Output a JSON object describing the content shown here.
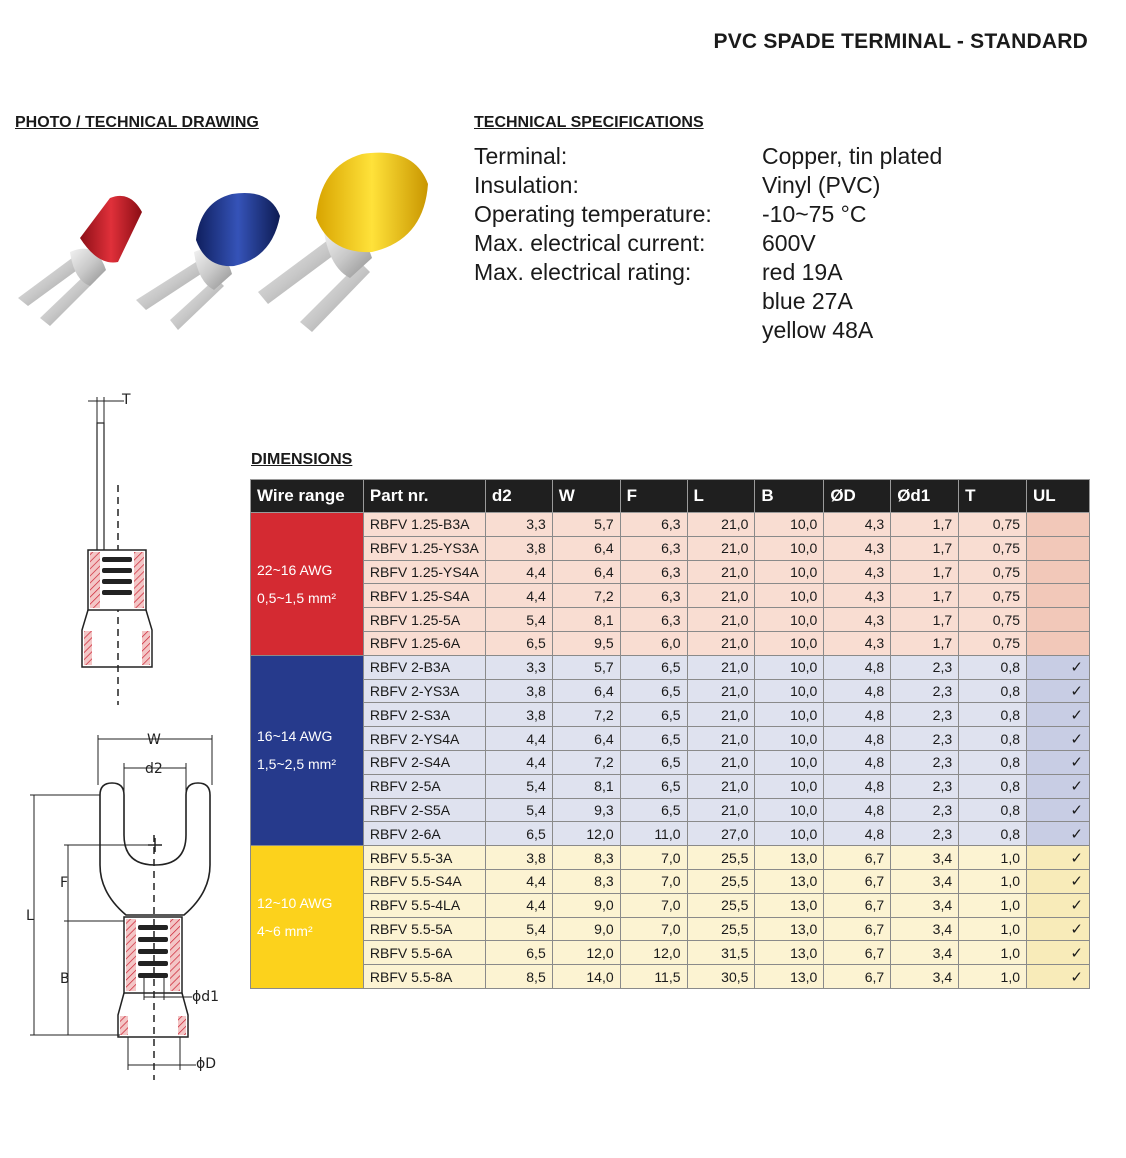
{
  "title": "PVC SPADE TERMINAL - STANDARD",
  "sections": {
    "photo": "PHOTO / TECHNICAL DRAWING",
    "specs": "TECHNICAL SPECIFICATIONS",
    "dimensions": "DIMENSIONS"
  },
  "specs": [
    {
      "label": "Terminal:",
      "values": [
        "Copper, tin plated"
      ]
    },
    {
      "label": "Insulation:",
      "values": [
        "Vinyl (PVC)"
      ]
    },
    {
      "label": "Operating temperature:",
      "values": [
        "-10~75 °C"
      ]
    },
    {
      "label": "Max. electrical current:",
      "values": [
        "600V"
      ]
    },
    {
      "label": "Max. electrical rating:",
      "values": [
        "red 19A",
        "blue 27A",
        "yellow 48A"
      ]
    }
  ],
  "drawing_labels": {
    "T": "T",
    "W": "W",
    "d2": "d2",
    "F": "F",
    "L": "L",
    "B": "B",
    "d1": "ϕd1",
    "D": "ϕD"
  },
  "colors": {
    "red": "#d42a32",
    "blue": "#263a8c",
    "yellow": "#fcd21c",
    "header": "#1f1f1f"
  },
  "table": {
    "headers": [
      "Wire range",
      "Part nr.",
      "d2",
      "W",
      "F",
      "L",
      "B",
      "ØD",
      "Ød1",
      "T",
      "UL"
    ],
    "groups": [
      {
        "awg": "22~16 AWG",
        "mm2": "0,5~1,5 mm²",
        "color": "red",
        "rows": [
          [
            "RBFV 1.25-B3A",
            "3,3",
            "5,7",
            "6,3",
            "21,0",
            "10,0",
            "4,3",
            "1,7",
            "0,75",
            ""
          ],
          [
            "RBFV 1.25-YS3A",
            "3,8",
            "6,4",
            "6,3",
            "21,0",
            "10,0",
            "4,3",
            "1,7",
            "0,75",
            ""
          ],
          [
            "RBFV 1.25-YS4A",
            "4,4",
            "6,4",
            "6,3",
            "21,0",
            "10,0",
            "4,3",
            "1,7",
            "0,75",
            ""
          ],
          [
            "RBFV 1.25-S4A",
            "4,4",
            "7,2",
            "6,3",
            "21,0",
            "10,0",
            "4,3",
            "1,7",
            "0,75",
            ""
          ],
          [
            "RBFV 1.25-5A",
            "5,4",
            "8,1",
            "6,3",
            "21,0",
            "10,0",
            "4,3",
            "1,7",
            "0,75",
            ""
          ],
          [
            "RBFV 1.25-6A",
            "6,5",
            "9,5",
            "6,0",
            "21,0",
            "10,0",
            "4,3",
            "1,7",
            "0,75",
            ""
          ]
        ]
      },
      {
        "awg": "16~14 AWG",
        "mm2": "1,5~2,5 mm²",
        "color": "blue",
        "rows": [
          [
            "RBFV 2-B3A",
            "3,3",
            "5,7",
            "6,5",
            "21,0",
            "10,0",
            "4,8",
            "2,3",
            "0,8",
            "✓"
          ],
          [
            "RBFV 2-YS3A",
            "3,8",
            "6,4",
            "6,5",
            "21,0",
            "10,0",
            "4,8",
            "2,3",
            "0,8",
            "✓"
          ],
          [
            "RBFV 2-S3A",
            "3,8",
            "7,2",
            "6,5",
            "21,0",
            "10,0",
            "4,8",
            "2,3",
            "0,8",
            "✓"
          ],
          [
            "RBFV 2-YS4A",
            "4,4",
            "6,4",
            "6,5",
            "21,0",
            "10,0",
            "4,8",
            "2,3",
            "0,8",
            "✓"
          ],
          [
            "RBFV 2-S4A",
            "4,4",
            "7,2",
            "6,5",
            "21,0",
            "10,0",
            "4,8",
            "2,3",
            "0,8",
            "✓"
          ],
          [
            "RBFV 2-5A",
            "5,4",
            "8,1",
            "6,5",
            "21,0",
            "10,0",
            "4,8",
            "2,3",
            "0,8",
            "✓"
          ],
          [
            "RBFV 2-S5A",
            "5,4",
            "9,3",
            "6,5",
            "21,0",
            "10,0",
            "4,8",
            "2,3",
            "0,8",
            "✓"
          ],
          [
            "RBFV 2-6A",
            "6,5",
            "12,0",
            "11,0",
            "27,0",
            "10,0",
            "4,8",
            "2,3",
            "0,8",
            "✓"
          ]
        ]
      },
      {
        "awg": "12~10 AWG",
        "mm2": "4~6 mm²",
        "color": "yellow",
        "rows": [
          [
            "RBFV 5.5-3A",
            "3,8",
            "8,3",
            "7,0",
            "25,5",
            "13,0",
            "6,7",
            "3,4",
            "1,0",
            "✓"
          ],
          [
            "RBFV 5.5-S4A",
            "4,4",
            "8,3",
            "7,0",
            "25,5",
            "13,0",
            "6,7",
            "3,4",
            "1,0",
            "✓"
          ],
          [
            "RBFV 5.5-4LA",
            "4,4",
            "9,0",
            "7,0",
            "25,5",
            "13,0",
            "6,7",
            "3,4",
            "1,0",
            "✓"
          ],
          [
            "RBFV 5.5-5A",
            "5,4",
            "9,0",
            "7,0",
            "25,5",
            "13,0",
            "6,7",
            "3,4",
            "1,0",
            "✓"
          ],
          [
            "RBFV 5.5-6A",
            "6,5",
            "12,0",
            "12,0",
            "31,5",
            "13,0",
            "6,7",
            "3,4",
            "1,0",
            "✓"
          ],
          [
            "RBFV 5.5-8A",
            "8,5",
            "14,0",
            "11,5",
            "30,5",
            "13,0",
            "6,7",
            "3,4",
            "1,0",
            "✓"
          ]
        ]
      }
    ]
  }
}
